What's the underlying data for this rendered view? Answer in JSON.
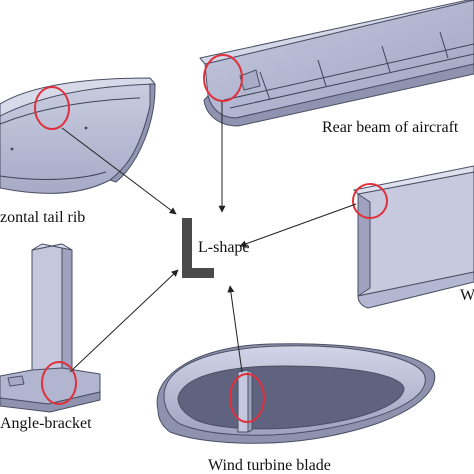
{
  "center_label": "L-shape",
  "parts": [
    {
      "key": "tail_rib",
      "label": "zontal tail rib"
    },
    {
      "key": "rear_beam",
      "label": "Rear beam of aircraft"
    },
    {
      "key": "wing",
      "label": "W"
    },
    {
      "key": "bracket",
      "label": "Angle-bracket"
    },
    {
      "key": "turbine",
      "label": "Wind turbine blade"
    }
  ],
  "colors": {
    "part_fill": "#b9bdd6",
    "part_shadow": "#8e92ae",
    "part_highlight": "#d6d9ea",
    "marker": "#e0303c",
    "symbol": "#4a4a4a"
  }
}
